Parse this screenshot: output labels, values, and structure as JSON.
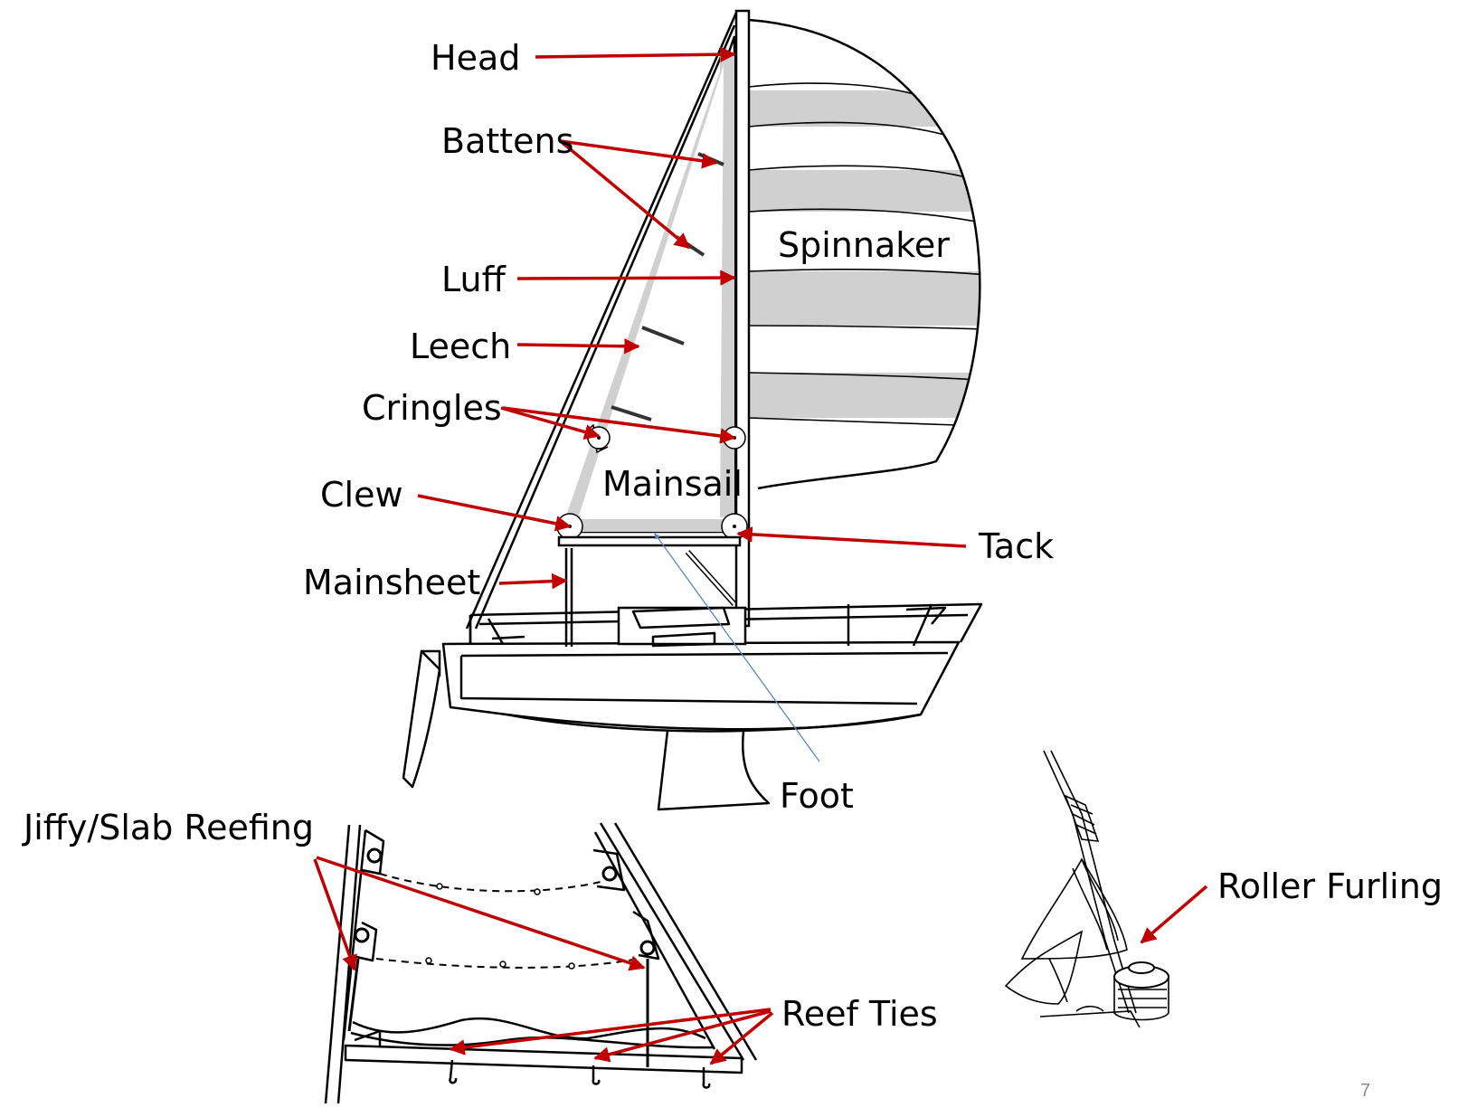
{
  "labels": {
    "head": "Head",
    "battens": "Battens",
    "luff": "Luff",
    "leech": "Leech",
    "cringles": "Cringles",
    "clew": "Clew",
    "mainsheet": "Mainsheet",
    "spinnaker": "Spinnaker",
    "mainsail": "Mainsail",
    "tack": "Tack",
    "foot": "Foot",
    "jiffy_reefing": "Jiffy/Slab Reefing",
    "reef_ties": "Reef Ties",
    "roller_furling": "Roller Furling"
  },
  "page_number": "7",
  "colors": {
    "arrow": "#c00000",
    "foot_pointer": "#5b86c5",
    "sail_band": "#d0d0d0",
    "ink": "#000000"
  }
}
